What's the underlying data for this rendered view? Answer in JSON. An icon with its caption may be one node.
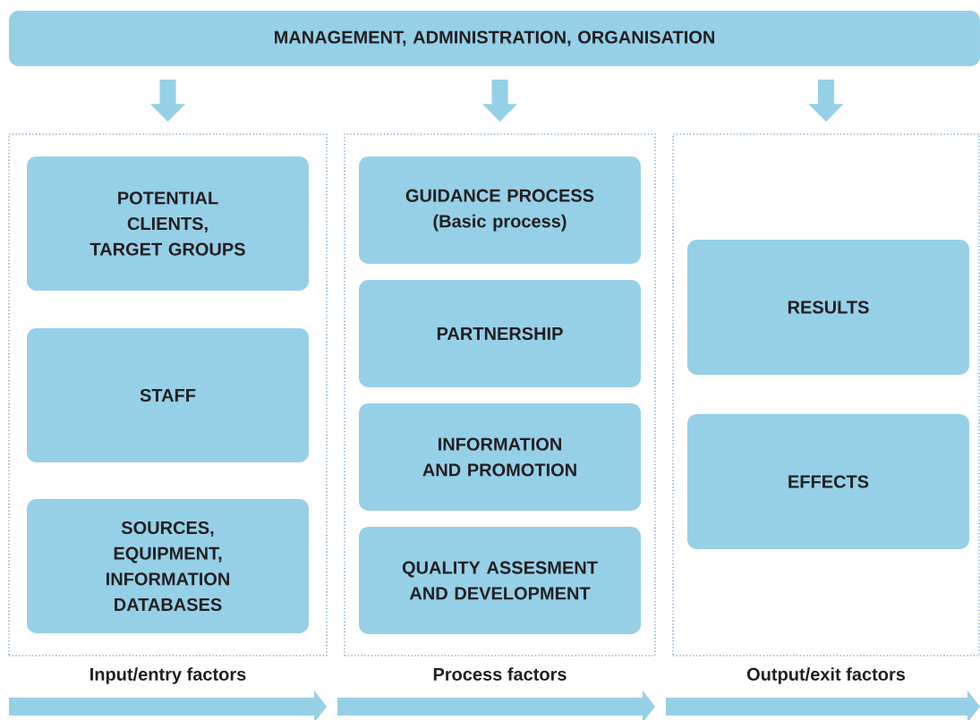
{
  "diagram": {
    "nodes": [
      {
        "text": [
          "MANAGEMENT, ADMINISTRATION, ORGANISATION"
        ]
      },
      {
        "text": [
          "Input/entry factors"
        ]
      },
      {
        "text": [
          "POTENTIAL CLIENTS, TARGET GROUPS"
        ],
        "in": 1
      },
      {
        "text": [
          "STAFF"
        ],
        "in": 1
      },
      {
        "text": [
          "SOURCES, EQUIPMENT, INFORMATION DATABASES"
        ],
        "in": 1
      },
      {
        "text": [
          "Process factors"
        ]
      },
      {
        "text": [
          "GUIDANCE PROCESS (Basic process)"
        ],
        "in": 5
      },
      {
        "text": [
          "PARTNERSHIP"
        ],
        "in": 5
      },
      {
        "text": [
          "INFORMATION AND PROMOTION"
        ],
        "in": 5
      },
      {
        "text": [
          "QUALITY ASSESMENT AND DEVELOPMENT"
        ],
        "in": 5
      },
      {
        "text": [
          "Output/exit factors"
        ]
      },
      {
        "text": [
          "RESULTS"
        ],
        "in": 10
      },
      {
        "text": [
          "EFFECTS"
        ],
        "in": 10
      }
    ],
    "edges": [
      {
        "from": 0,
        "to": 1,
        "arrow": "to"
      },
      {
        "from": 0,
        "to": 5,
        "arrow": "to"
      },
      {
        "from": 0,
        "to": 10,
        "arrow": "to"
      }
    ]
  }
}
